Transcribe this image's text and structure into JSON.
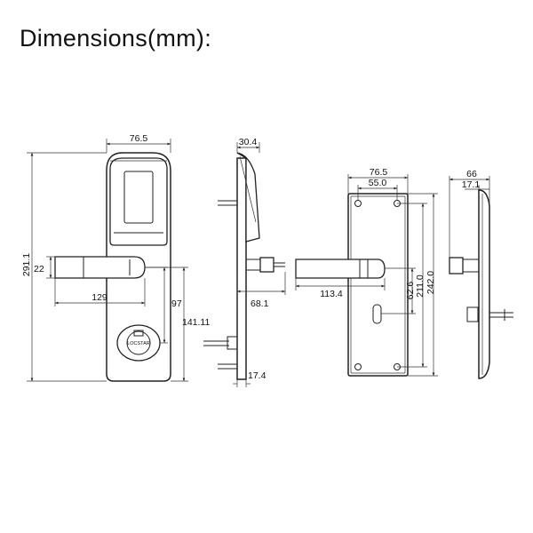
{
  "title": "Dimensions(mm):",
  "brand_mark": "LOCSTAR",
  "views": {
    "front": {
      "width": "76.5",
      "height": "291.1",
      "handle_thickness": "22",
      "handle_length": "129",
      "handle_to_cylinder": "97",
      "handle_to_bottom": "141.11"
    },
    "side": {
      "depth": "30.4",
      "handle_projection": "68.1",
      "base_thickness": "17.4"
    },
    "back": {
      "width": "76.5",
      "hole_spacing": "55.0",
      "handle_length": "113.4",
      "spacing_a": "62.6",
      "spacing_b": "211.0",
      "height": "242.0"
    },
    "back_side": {
      "depth": "66",
      "plate_thickness": "17.1"
    }
  }
}
